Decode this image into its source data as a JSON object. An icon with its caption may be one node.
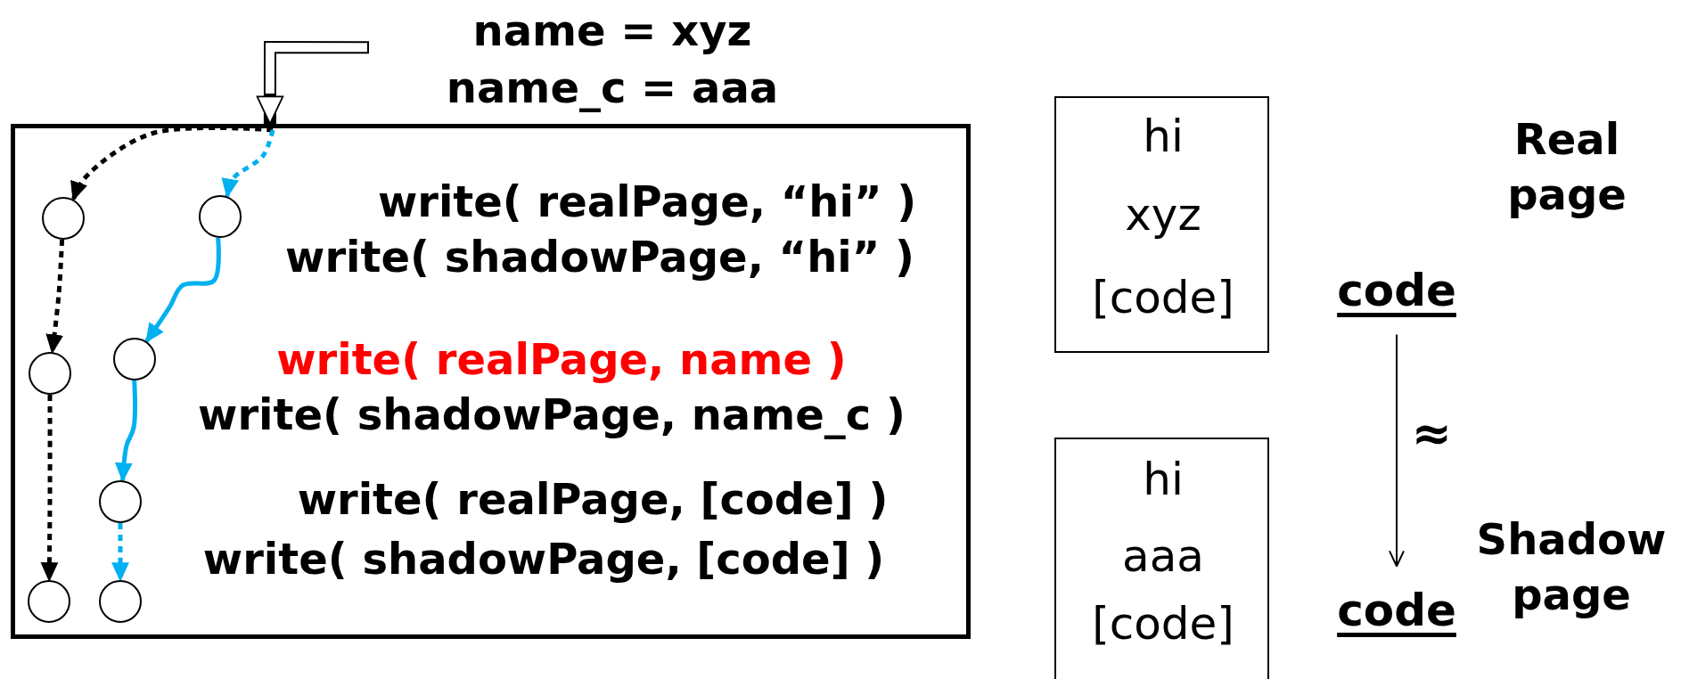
{
  "diagram": {
    "nodes": [
      {
        "text": [
          "name = xyz",
          "name_c = aaa"
        ]
      },
      {
        "text": [
          "write( realPage, “hi” )",
          "write( shadowPage, “hi” )",
          "write( realPage, name )",
          "write( shadowPage, name_c )",
          "write( realPage, [code] )",
          "write( shadowPage, [code] )"
        ]
      },
      {
        "text": [],
        "shape": "circle",
        "in": 1
      },
      {
        "text": [],
        "shape": "circle",
        "in": 1
      },
      {
        "text": [],
        "shape": "circle",
        "in": 1
      },
      {
        "text": [],
        "shape": "circle",
        "in": 1
      },
      {
        "text": [],
        "shape": "circle",
        "in": 1
      },
      {
        "text": [],
        "shape": "circle",
        "in": 1
      },
      {
        "text": [],
        "shape": "circle",
        "in": 1
      },
      {
        "text": [
          "hi",
          "xyz",
          "[code]"
        ]
      },
      {
        "text": [
          "hi",
          "aaa",
          "[code]"
        ]
      },
      {
        "text": [
          "code"
        ]
      },
      {
        "text": [
          "code"
        ]
      }
    ],
    "edges": [
      {
        "from": 0,
        "to": 1,
        "arrow": "to",
        "style": "thick"
      },
      {
        "from": 1,
        "to": 2,
        "arrow": "to",
        "style": "dashed"
      },
      {
        "from": 1,
        "to": 3,
        "arrow": "to",
        "style": "dashed",
        "color": "#00b0f0"
      },
      {
        "from": 2,
        "to": 4,
        "arrow": "to",
        "style": "dashed"
      },
      {
        "from": 3,
        "to": 5,
        "arrow": "to",
        "color": "#00b0f0"
      },
      {
        "from": 4,
        "to": 7,
        "arrow": "to",
        "style": "dashed"
      },
      {
        "from": 5,
        "to": 6,
        "arrow": "to",
        "color": "#00b0f0"
      },
      {
        "from": 6,
        "to": 8,
        "arrow": "to",
        "style": "dashed",
        "color": "#00b0f0"
      },
      {
        "from": 11,
        "to": 12,
        "arrow": "to",
        "label": "≈"
      }
    ],
    "labels": [
      "Real page",
      "Shadow page"
    ]
  }
}
